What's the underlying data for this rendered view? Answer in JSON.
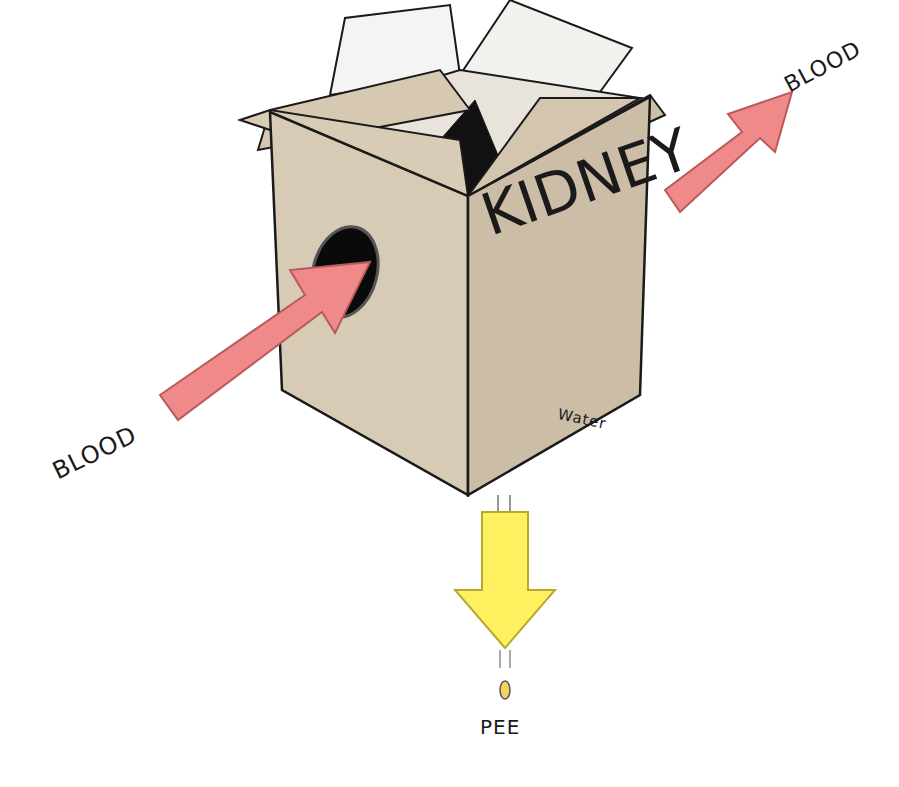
{
  "diagram": {
    "nodes": [
      {
        "text": [
          "KIDNEY"
        ]
      }
    ],
    "labels": [
      "BLOOD",
      "BLOOD",
      "Water",
      "PEE"
    ]
  }
}
